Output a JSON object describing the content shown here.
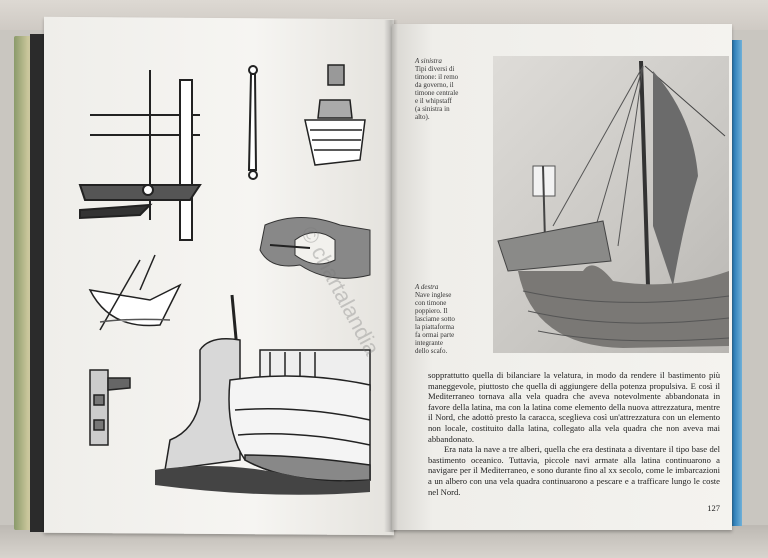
{
  "book": {
    "left_page": {
      "illustrations": [
        "rudder-types-drawings",
        "english-ship-stern-drawing"
      ]
    },
    "right_page": {
      "caption_top": {
        "heading": "A sinistra",
        "lines": [
          "Tipi diversi di",
          "timone: il remo",
          "da governo, il",
          "timone centrale",
          "e il whipstaff",
          "(a sinistra in",
          "alto)."
        ]
      },
      "caption_bottom": {
        "heading": "A destra",
        "lines": [
          "Nave inglese",
          "con timone",
          "poppiero. Il",
          "lasciame sotto",
          "la piattaforma",
          "fa ormai parte",
          "integrante",
          "dello scafo."
        ]
      },
      "paragraphs": [
        "sopprattutto quella di bilanciare la velatura, in modo da rendere il bastimento più maneggevole, piuttosto che quella di aggiungere della potenza propulsiva. E così il Mediterraneo tornava alla vela quadra che aveva notevolmente abbandonata in favore della latina, ma con la latina come elemento della nuova attrezzatura, mentre il Nord, che adottò presto la caracca, sceglieva così un'attrezzatura con un elemento non locale, costituito dalla latina, collegato alla vela quadra che non aveva mai abbandonato.",
        "Era nata la nave a tre alberi, quella che era destinata a diventare il tipo base del bastimento oceanico. Tuttavia, piccole navi armate alla latina continuarono a navigare per il Mediterraneo, e sono durante fino al xx secolo, come le imbarcazioni a un albero con una vela quadra continuarono a pescare e a trafficare lungo le coste nel Nord."
      ],
      "page_number": "127"
    },
    "watermark": "© chartalandia"
  }
}
